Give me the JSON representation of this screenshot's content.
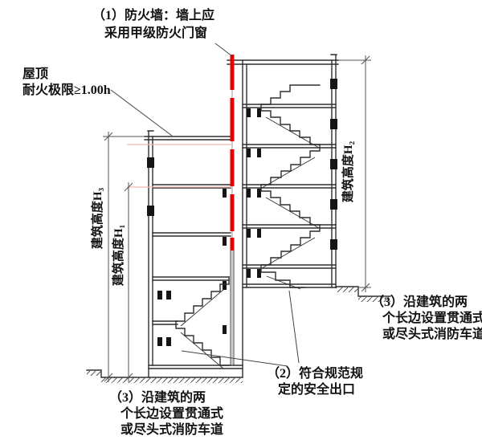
{
  "diagram": {
    "notes": {
      "firewall": {
        "line1": "（1）防火墙：墙上应",
        "line2": "采用甲级防火门窗"
      },
      "roof": {
        "line1": "屋顶",
        "line2": "耐火极限≥1.00h"
      },
      "exit": {
        "line1": "（2）符合规范规",
        "line2": "定的安全出口"
      },
      "fire_lane_left": {
        "line1": "（3）沿建筑的两",
        "line2": "个长边设置贯通式",
        "line3": "或尽头式消防车道"
      },
      "fire_lane_right": {
        "line1": "（3）沿建筑的两",
        "line2": "个长边设置贯通式",
        "line3": "或尽头式消防车道"
      }
    },
    "dimensions": {
      "h1": "建筑高度H₁",
      "h2": "建筑高度H₂",
      "h3": "建筑高度H₃"
    },
    "colors": {
      "firewall_red": "#e80000",
      "line": "#2f2f2f",
      "pink": "#f2b3b3"
    }
  }
}
